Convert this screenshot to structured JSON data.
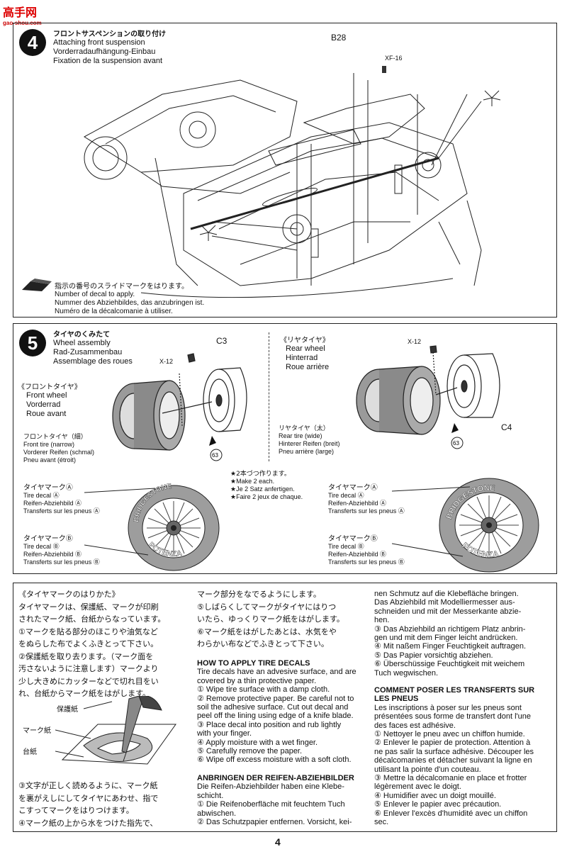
{
  "watermark": {
    "brand": "高手网",
    "domain": "gao-shou.com"
  },
  "step4": {
    "number": "4",
    "title_ja": "フロントサスペンションの取り付け",
    "title_lines": [
      "Attaching front suspension",
      "Vorderradaufhängung-Einbau",
      "Fixation de la suspension avant"
    ],
    "part_b28": "B28",
    "part_xf16": "XF-16",
    "decal_note_ja": "指示の番号のスライドマークをはります。",
    "decal_note_lines": [
      "Number of decal to apply.",
      "Nummer des Abziehbildes, das anzubringen ist.",
      "Numéro de la décalcomanie à utiliser."
    ]
  },
  "step5": {
    "number": "5",
    "title_ja": "タイヤのくみたて",
    "title_lines": [
      "Wheel assembly",
      "Rad-Zusammenbau",
      "Assemblage des roues"
    ],
    "rear_header_ja": "《リヤタイヤ》",
    "rear_header_lines": [
      "Rear wheel",
      "Hinterrad",
      "Roue arrière"
    ],
    "front_header_ja": "《フロントタイヤ》",
    "front_header_lines": [
      "Front wheel",
      "Vorderrad",
      "Roue avant"
    ],
    "part_c3": "C3",
    "part_c4": "C4",
    "part_x12_front": "X-12",
    "part_x12_rear": "X-12",
    "decal_63_front": "63",
    "decal_63_rear": "63",
    "front_tire_ja": "フロントタイヤ（細）",
    "front_tire_lines": [
      "Front tire (narrow)",
      "Vorderer Reifen (schmal)",
      "Pneu avant (étroit)"
    ],
    "rear_tire_ja": "リヤタイヤ（太）",
    "rear_tire_lines": [
      "Rear tire (wide)",
      "Hinterer Reifen (breit)",
      "Pneu arrière (large)"
    ],
    "make2_ja": "★2本づつ作ります。",
    "make2_lines": [
      "★Make 2 each.",
      "★Je 2 Satz anfertigen.",
      "★Faire 2 jeux de chaque."
    ],
    "tire_mark_a_ja": "タイヤマークⒶ",
    "tire_mark_a_lines": [
      "Tire decal Ⓐ",
      "Reifen-Abziehbild Ⓐ",
      "Transferts sur les pneus Ⓐ"
    ],
    "tire_mark_b_ja": "タイヤマークⒷ",
    "tire_mark_b_lines": [
      "Tire decal Ⓑ",
      "Reifen-Abziehbild Ⓑ",
      "Transferts sur les pneus Ⓑ"
    ],
    "tire_brand": "BRIDGESTONE",
    "tire_model": "POTENZA"
  },
  "instructions": {
    "ja_header": "《タイヤマークのはりかた》",
    "ja_lines": [
      "タイヤマークは、保護紙、マークが印刷",
      "されたマーク紙、台紙からなっています。",
      "①マークを貼る部分のほこりや油気など",
      "をぬらした布でよくふきとって下さい。",
      "②保護紙を取り去ります。（マーク面を",
      "汚さないように注意します）マークより",
      "少し大きめにカッターなどで切れ目をい",
      "れ、台紙からマーク紙をはがします。"
    ],
    "diagram_labels": {
      "protect": "保護紙",
      "mark": "マーク紙",
      "base": "台紙"
    },
    "ja_lines_bottom": [
      "③文字が正しく読めるように、マーク紙",
      "を裏がえしにしてタイヤにあわせ、指で",
      "こすってマークをはりつけます。",
      "④マーク紙の上から水をつけた指先で、"
    ],
    "ja_col2": [
      "マーク部分をなでるようにします。",
      "⑤しばらくしてマークがタイヤにはりつ",
      "いたら、ゆっくりマーク紙をはがします。",
      "⑥マーク紙をはがしたあとは、水気をや",
      "わらかい布などでふきとって下さい。"
    ],
    "en_header": "HOW TO APPLY TIRE DECALS",
    "en_lines": [
      "Tire decals have an advesive surface, and are",
      "covered by a thin protective paper.",
      "① Wipe tire surface with a damp cloth.",
      "② Remove protective paper. Be careful not to",
      "soil the adhesive surface. Cut out decal and",
      "peel off the lining using edge of a knife blade.",
      "③ Place decal into position and rub lightly",
      "with your finger.",
      "④ Apply moisture with a wet finger.",
      "⑤ Carefully remove the paper.",
      "⑥ Wipe off excess moisture with a soft cloth."
    ],
    "de_header": "ANBRINGEN DER REIFEN-ABZIEHBILDER",
    "de_lines": [
      "Die Reifen-Abziehbilder haben eine Klebe-",
      "schicht.",
      "① Die Reifenoberfläche mit feuchtem Tuch",
      "abwischen.",
      "② Das Schutzpapier entfernen. Vorsicht, kei-"
    ],
    "de_cont_lines": [
      "nen Schmutz auf die Klebefläche bringen.",
      "Das Abziehbild mit Modelliermesser aus-",
      "schneiden und mit der Messerkante abzie-",
      "hen.",
      "③ Das Abziehbild an richtigem Platz anbrin-",
      "gen und mit dem Finger leicht andrücken.",
      "④ Mit naßem Finger Feuchtigkeit auftragen.",
      "⑤ Das Papier vorsichtig abziehen.",
      "⑥ Überschüssige Feuchtigkeit mit weichem",
      "Tuch wegwischen."
    ],
    "fr_header_lines": [
      "COMMENT POSER LES TRANSFERTS SUR",
      "LES PNEUS"
    ],
    "fr_lines": [
      "Les inscriptions à poser sur les pneus sont",
      "présentées sous forme de transfert dont l'une",
      "des faces est adhésive.",
      "① Nettoyer le pneu avec un chiffon humide.",
      "② Enlever le papier de protection. Attention à",
      "ne pas salir la surface adhésive. Découper les",
      "décalcomanies et détacher suivant la ligne en",
      "utilisant la pointe d'un couteau.",
      "③ Mettre la décalcomanie en place et frotter",
      "légèrement avec le doigt.",
      "④ Humidifier avec un doigt mouillé.",
      "⑤ Enlever le papier avec précaution.",
      "⑥ Enlever l'excès d'humidité avec un chiffon",
      "sec."
    ]
  },
  "page_number": "4"
}
